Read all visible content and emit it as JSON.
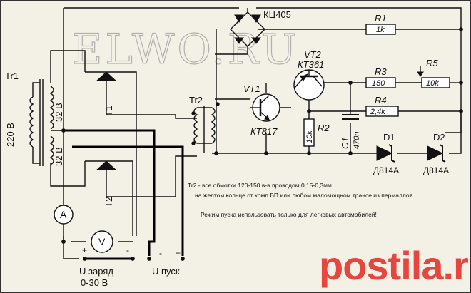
{
  "watermark": "ELWO.RU",
  "labels": {
    "tr1": "Tr1",
    "v220": "220 В",
    "v32_top": "32 В",
    "v32_bottom": "32 В",
    "t1": "T1",
    "t2": "T2",
    "tr2": "Tr2",
    "bridge": "КЦ405",
    "r1": "R1",
    "r1_val": "1k",
    "r5": "R5",
    "r5_val": "10k",
    "r3": "R3",
    "r3_val": "150",
    "r4": "R4",
    "r4_val": "2,4k",
    "vt1": "VT1",
    "vt1_type": "КТ817",
    "vt2": "VT2",
    "vt2_type": "КТ361",
    "r2": "R2",
    "r2_val": "10k",
    "c1": "C1",
    "c1_val": "470n",
    "d1": "D1",
    "d1_type": "Д814А",
    "d2": "D2",
    "d2_type": "Д814А",
    "ammeter": "A",
    "voltmeter": "V",
    "plus1": "+",
    "minus1": "-",
    "plus2": "+",
    "minus2": "-",
    "u_charge": "U заряд",
    "range": "0-30 В",
    "u_start": "U пуск"
  },
  "notes": {
    "line1": "Tr2 - все обмотки 120-150 в-в проводом 0,15-0,3мм",
    "line2": "на желтом кольце от комп БП или любом маломощном трансе из  пермаллоя",
    "line3": "Режим пуска использовать только для легковых автомобилей!"
  },
  "logo": "postila.ru",
  "colors": {
    "background": "#f3f1e6",
    "ink": "#111111",
    "logo": "#e7463f",
    "watermark": "#bbbbbb"
  }
}
